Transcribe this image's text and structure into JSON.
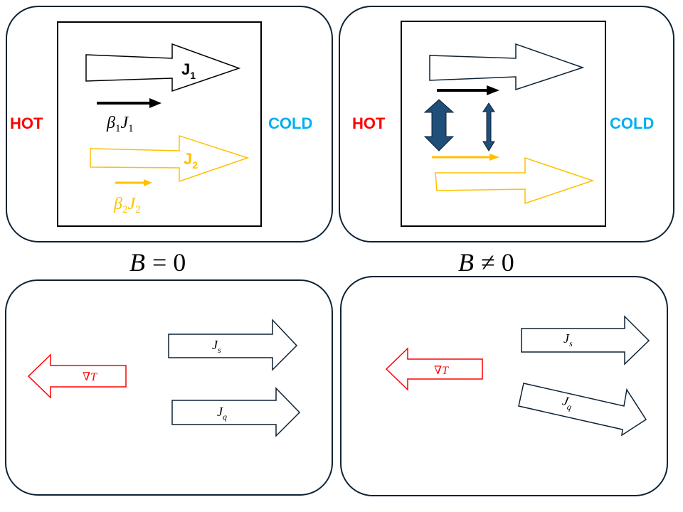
{
  "panels": {
    "top_left": {
      "hot_label": "HOT",
      "cold_label": "COLD",
      "j1_label": "J",
      "j1_sub": "1",
      "j2_label": "J",
      "j2_sub": "2",
      "beta1_j1": {
        "beta": "β",
        "beta_sub": "1",
        "j": "J",
        "j_sub": "1"
      },
      "beta2_j2": {
        "beta": "β",
        "beta_sub": "2",
        "j": "J",
        "j_sub": "2"
      },
      "caption": {
        "b": "B",
        "op": "= 0"
      }
    },
    "top_right": {
      "hot_label": "HOT",
      "cold_label": "COLD",
      "caption": {
        "b": "B",
        "op": "≠ 0"
      }
    },
    "bottom_left": {
      "grad_label": "∇T",
      "js": {
        "j": "J",
        "sub": "s"
      },
      "jq": {
        "j": "J",
        "sub": "q"
      }
    },
    "bottom_right": {
      "grad_label": "∇T",
      "js": {
        "j": "J",
        "sub": "s"
      },
      "jq": {
        "j": "J",
        "sub": "q"
      }
    }
  },
  "colors": {
    "hot": "#ff0000",
    "cold": "#00b0f0",
    "flow1": "#000000",
    "flow2": "#ffc000",
    "coupling": "#1f4e79",
    "gradient": "#ff0000",
    "outline": "#0d2235"
  }
}
